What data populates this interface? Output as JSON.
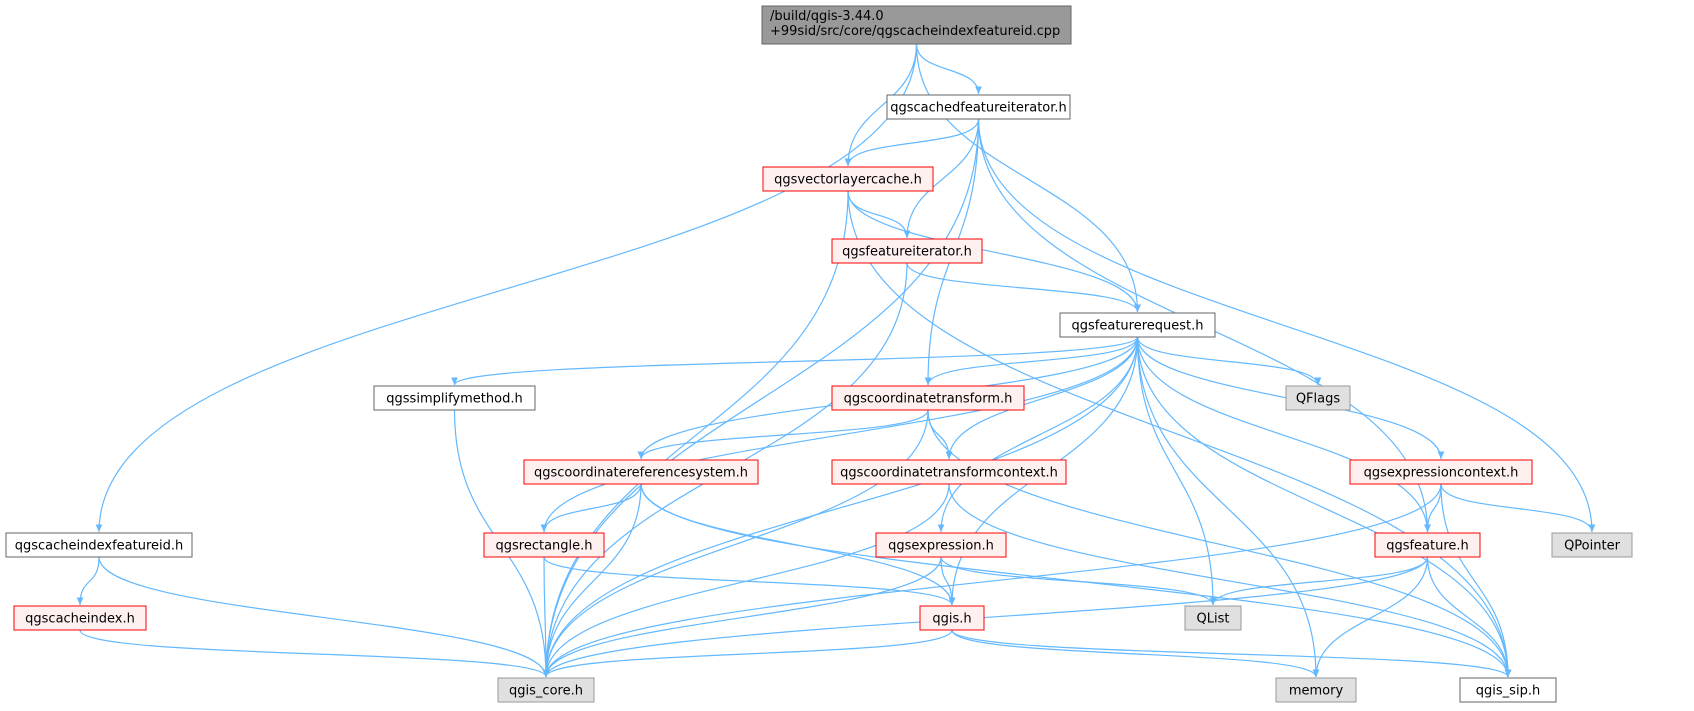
{
  "diagram": {
    "colors": {
      "edge": "#63b8ff",
      "root_fill": "#999999",
      "root_stroke": "#666666",
      "documented_fill": "#ffffff",
      "documented_stroke": "#666666",
      "partial_fill": "#fff0f0",
      "partial_stroke": "#ff0000",
      "external_fill": "#e0e0e0",
      "external_stroke": "#999999"
    },
    "nodes": [
      {
        "id": "root",
        "lines": [
          "/build/qgis-3.44.0",
          "+99sid/src/core/qgscacheindexfeatureid.cpp"
        ],
        "style": "root"
      },
      {
        "id": "cachedfeatureiterator",
        "lines": [
          "qgscachedfeatureiterator.h"
        ],
        "style": "documented"
      },
      {
        "id": "vectorlayercache",
        "lines": [
          "qgsvectorlayercache.h"
        ],
        "style": "partial"
      },
      {
        "id": "featureiterator",
        "lines": [
          "qgsfeatureiterator.h"
        ],
        "style": "partial"
      },
      {
        "id": "featurerequest",
        "lines": [
          "qgsfeaturerequest.h"
        ],
        "style": "documented"
      },
      {
        "id": "simplifymethod",
        "lines": [
          "qgssimplifymethod.h"
        ],
        "style": "documented"
      },
      {
        "id": "coordinatetransform",
        "lines": [
          "qgscoordinatetransform.h"
        ],
        "style": "partial"
      },
      {
        "id": "qflags",
        "lines": [
          "QFlags"
        ],
        "style": "external"
      },
      {
        "id": "crs",
        "lines": [
          "qgscoordinatereferencesystem.h"
        ],
        "style": "partial"
      },
      {
        "id": "transformcontext",
        "lines": [
          "qgscoordinatetransformcontext.h"
        ],
        "style": "partial"
      },
      {
        "id": "expressioncontext",
        "lines": [
          "qgsexpressioncontext.h"
        ],
        "style": "partial"
      },
      {
        "id": "cacheindexfeatureid",
        "lines": [
          "qgscacheindexfeatureid.h"
        ],
        "style": "documented"
      },
      {
        "id": "rectangle",
        "lines": [
          "qgsrectangle.h"
        ],
        "style": "partial"
      },
      {
        "id": "expression",
        "lines": [
          "qgsexpression.h"
        ],
        "style": "partial"
      },
      {
        "id": "feature",
        "lines": [
          "qgsfeature.h"
        ],
        "style": "partial"
      },
      {
        "id": "qpointer",
        "lines": [
          "QPointer"
        ],
        "style": "external"
      },
      {
        "id": "cacheindex",
        "lines": [
          "qgscacheindex.h"
        ],
        "style": "partial"
      },
      {
        "id": "qgis",
        "lines": [
          "qgis.h"
        ],
        "style": "partial"
      },
      {
        "id": "qlist",
        "lines": [
          "QList"
        ],
        "style": "external"
      },
      {
        "id": "qgiscore",
        "lines": [
          "qgis_core.h"
        ],
        "style": "external"
      },
      {
        "id": "memory",
        "lines": [
          "memory"
        ],
        "style": "external"
      },
      {
        "id": "qgissip",
        "lines": [
          "qgis_sip.h"
        ],
        "style": "documented"
      }
    ],
    "edges": [
      {
        "from": "root",
        "to": "cacheindexfeatureid"
      },
      {
        "from": "root",
        "to": "cachedfeatureiterator"
      },
      {
        "from": "root",
        "to": "vectorlayercache"
      },
      {
        "from": "root",
        "to": "featurerequest"
      },
      {
        "from": "cachedfeatureiterator",
        "to": "vectorlayercache"
      },
      {
        "from": "cachedfeatureiterator",
        "to": "featureiterator"
      },
      {
        "from": "cachedfeatureiterator",
        "to": "coordinatetransform"
      },
      {
        "from": "cachedfeatureiterator",
        "to": "qgiscore"
      },
      {
        "from": "cachedfeatureiterator",
        "to": "feature"
      },
      {
        "from": "cachedfeatureiterator",
        "to": "qpointer"
      },
      {
        "from": "vectorlayercache",
        "to": "featureiterator"
      },
      {
        "from": "vectorlayercache",
        "to": "featurerequest"
      },
      {
        "from": "vectorlayercache",
        "to": "qgiscore"
      },
      {
        "from": "vectorlayercache",
        "to": "qgissip"
      },
      {
        "from": "featureiterator",
        "to": "featurerequest"
      },
      {
        "from": "featureiterator",
        "to": "qgiscore"
      },
      {
        "from": "featurerequest",
        "to": "simplifymethod"
      },
      {
        "from": "featurerequest",
        "to": "coordinatetransform"
      },
      {
        "from": "featurerequest",
        "to": "qflags"
      },
      {
        "from": "featurerequest",
        "to": "crs"
      },
      {
        "from": "featurerequest",
        "to": "transformcontext"
      },
      {
        "from": "featurerequest",
        "to": "expressioncontext"
      },
      {
        "from": "featurerequest",
        "to": "rectangle"
      },
      {
        "from": "featurerequest",
        "to": "expression"
      },
      {
        "from": "featurerequest",
        "to": "feature"
      },
      {
        "from": "featurerequest",
        "to": "qgis"
      },
      {
        "from": "featurerequest",
        "to": "qlist"
      },
      {
        "from": "featurerequest",
        "to": "memory"
      },
      {
        "from": "featurerequest",
        "to": "qgiscore"
      },
      {
        "from": "featurerequest",
        "to": "qgissip"
      },
      {
        "from": "simplifymethod",
        "to": "qgiscore"
      },
      {
        "from": "coordinatetransform",
        "to": "crs"
      },
      {
        "from": "coordinatetransform",
        "to": "transformcontext"
      },
      {
        "from": "coordinatetransform",
        "to": "qgiscore"
      },
      {
        "from": "coordinatetransform",
        "to": "qgissip"
      },
      {
        "from": "crs",
        "to": "rectangle"
      },
      {
        "from": "crs",
        "to": "qgis"
      },
      {
        "from": "crs",
        "to": "qgiscore"
      },
      {
        "from": "crs",
        "to": "qgissip"
      },
      {
        "from": "transformcontext",
        "to": "qgiscore"
      },
      {
        "from": "transformcontext",
        "to": "qgissip"
      },
      {
        "from": "expressioncontext",
        "to": "feature"
      },
      {
        "from": "expressioncontext",
        "to": "qpointer"
      },
      {
        "from": "expressioncontext",
        "to": "qgiscore"
      },
      {
        "from": "expressioncontext",
        "to": "qgissip"
      },
      {
        "from": "cacheindexfeatureid",
        "to": "cacheindex"
      },
      {
        "from": "cacheindexfeatureid",
        "to": "qgiscore"
      },
      {
        "from": "rectangle",
        "to": "qgis"
      },
      {
        "from": "rectangle",
        "to": "qgiscore"
      },
      {
        "from": "expression",
        "to": "qgis"
      },
      {
        "from": "expression",
        "to": "qlist"
      },
      {
        "from": "expression",
        "to": "qgiscore"
      },
      {
        "from": "feature",
        "to": "qlist"
      },
      {
        "from": "feature",
        "to": "memory"
      },
      {
        "from": "feature",
        "to": "qgiscore"
      },
      {
        "from": "feature",
        "to": "qgissip"
      },
      {
        "from": "cacheindex",
        "to": "qgiscore"
      },
      {
        "from": "qgis",
        "to": "qgiscore"
      },
      {
        "from": "qgis",
        "to": "memory"
      },
      {
        "from": "qgis",
        "to": "qgissip"
      }
    ]
  }
}
